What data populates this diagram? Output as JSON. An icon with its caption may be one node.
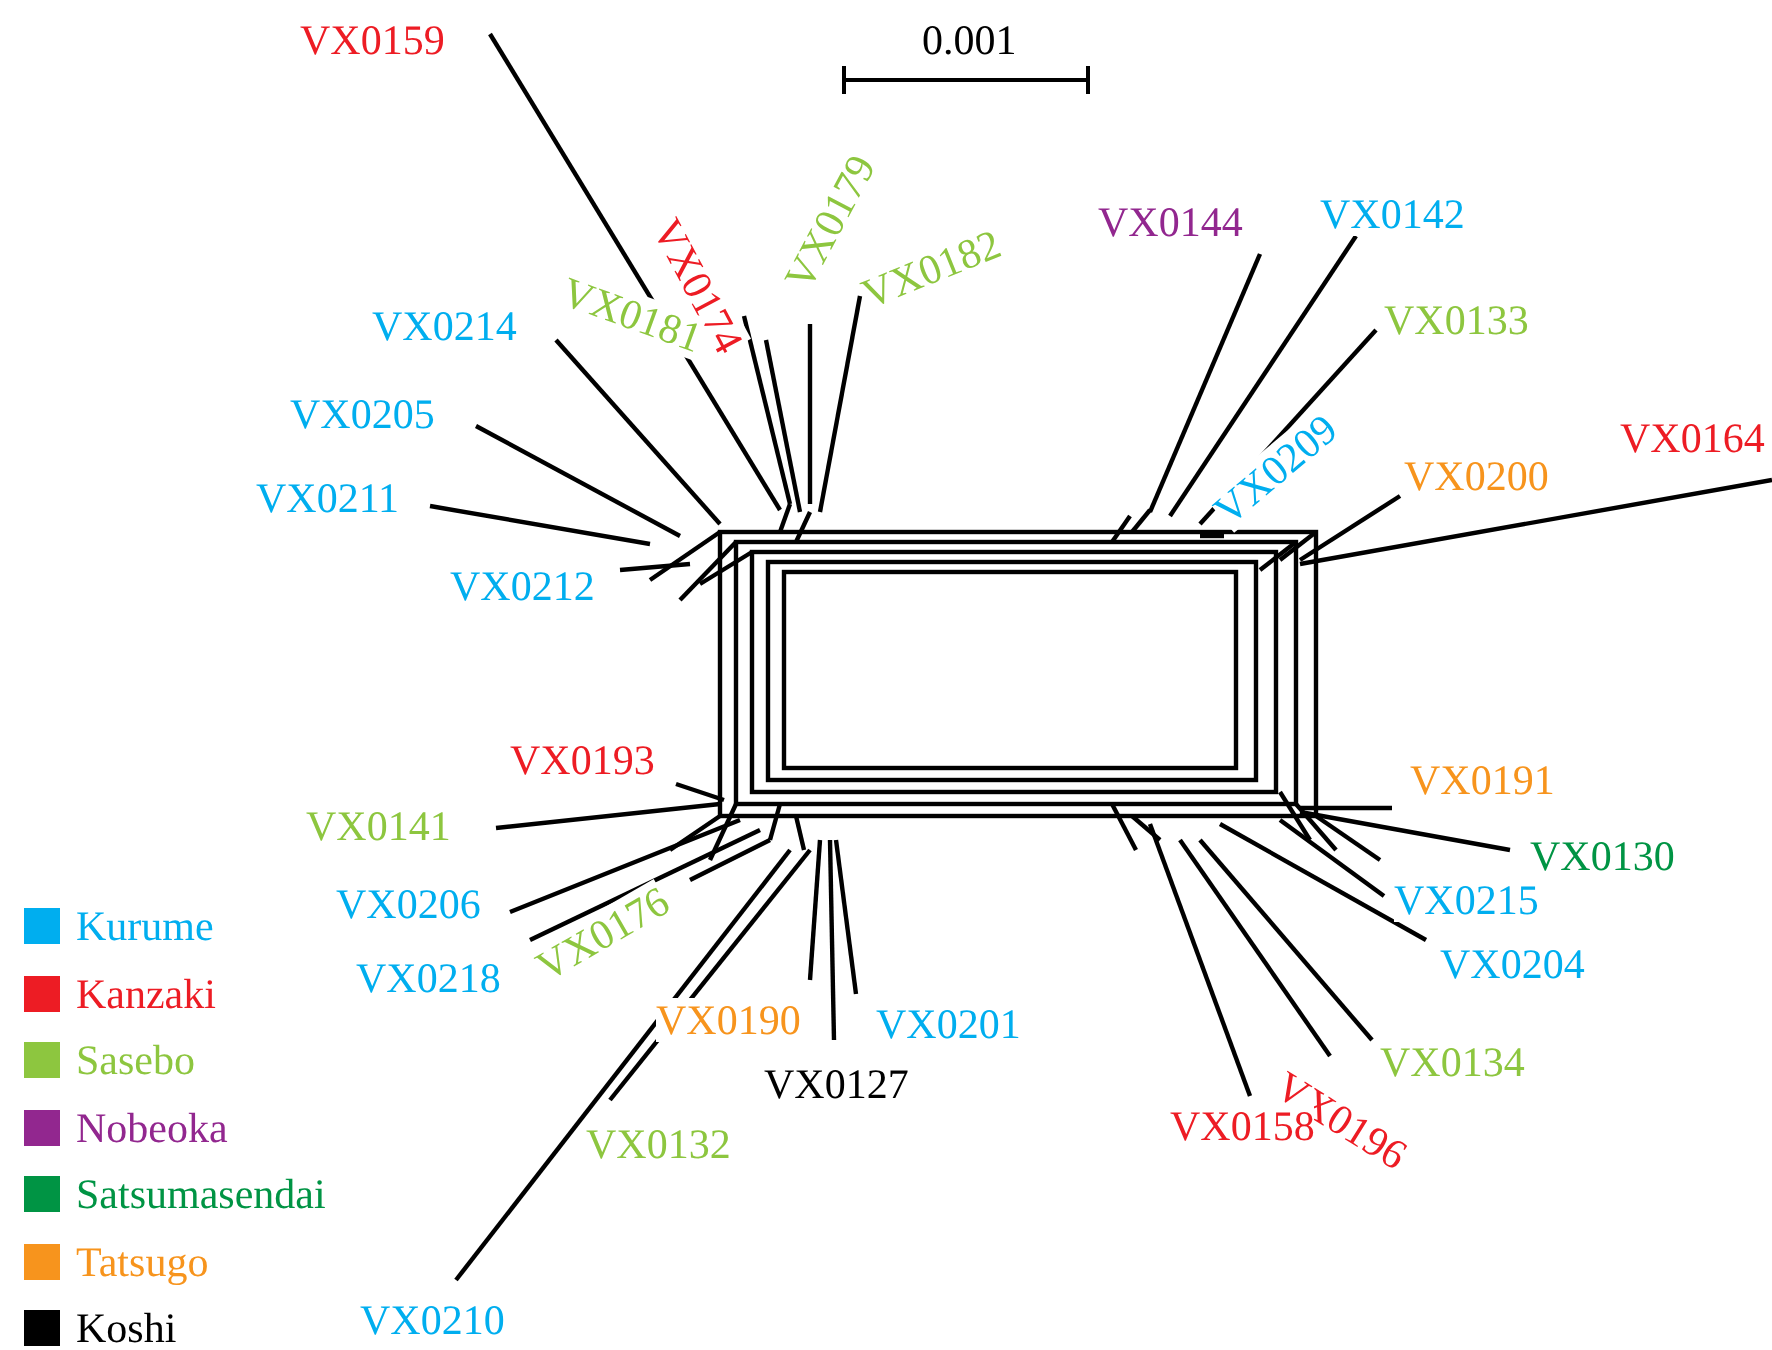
{
  "diagram": {
    "labels": [
      "VX0159",
      "0.001",
      "VX0174",
      "VX0179",
      "VX0181",
      "VX0182",
      "VX0144",
      "VX0142",
      "VX0214",
      "VX0133",
      "VX0205",
      "VX0209",
      "VX0200",
      "VX0164",
      "VX0211",
      "VX0212",
      "VX0193",
      "VX0191",
      "VX0141",
      "VX0130",
      "VX0206",
      "VX0215",
      "VX0176",
      "VX0218",
      "VX0204",
      "VX0190",
      "VX0201",
      "VX0134",
      "VX0127",
      "VX0196",
      "VX0158",
      "VX0132",
      "VX0210"
    ],
    "legend": [
      {
        "text": "Kurume",
        "color": "#00aeef"
      },
      {
        "text": "Kanzaki",
        "color": "#ed1c24"
      },
      {
        "text": "Sasebo",
        "color": "#8dc63f"
      },
      {
        "text": "Nobeoka",
        "color": "#92278f"
      },
      {
        "text": "Satsumasendai",
        "color": "#009444"
      },
      {
        "text": "Tatsugo",
        "color": "#f7941d"
      },
      {
        "text": "Koshi",
        "color": "#000000"
      }
    ]
  }
}
